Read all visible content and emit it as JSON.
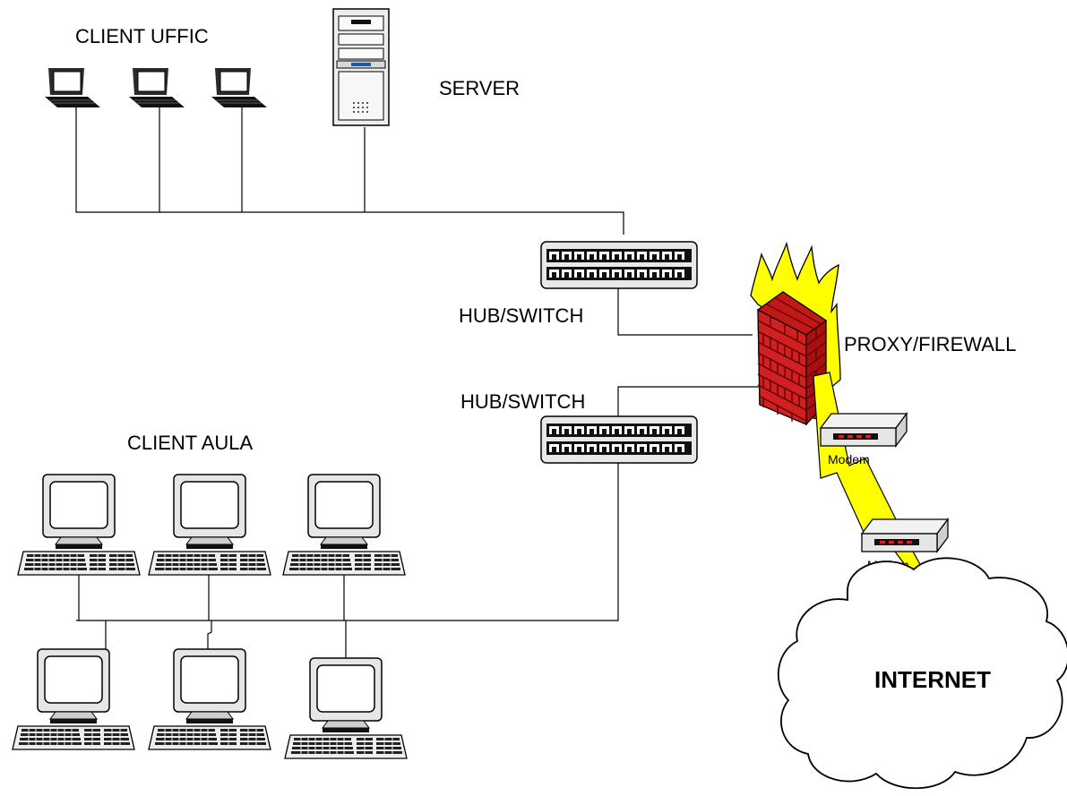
{
  "labels": {
    "client_uffic": "CLIENT UFFIC",
    "server": "SERVER",
    "hub_switch_top": "HUB/SWITCH",
    "hub_switch_bottom": "HUB/SWITCH",
    "proxy_firewall": "PROXY/FIREWALL",
    "client_aula": "CLIENT AULA",
    "modem_top": "Modem",
    "modem_bottom": "Modem",
    "internet": "INTERNET"
  },
  "icons": {
    "laptop": "laptop-icon",
    "server": "server-tower-icon",
    "hub": "hub-switch-icon",
    "firewall": "firewall-icon",
    "modem": "modem-icon",
    "workstation": "workstation-icon",
    "cloud": "internet-cloud-icon"
  },
  "colors": {
    "brick": "#d22020",
    "mortar": "#5a0000",
    "flame": "#ffff00",
    "lightning": "#ffff00",
    "modem_led": "#e02020"
  }
}
